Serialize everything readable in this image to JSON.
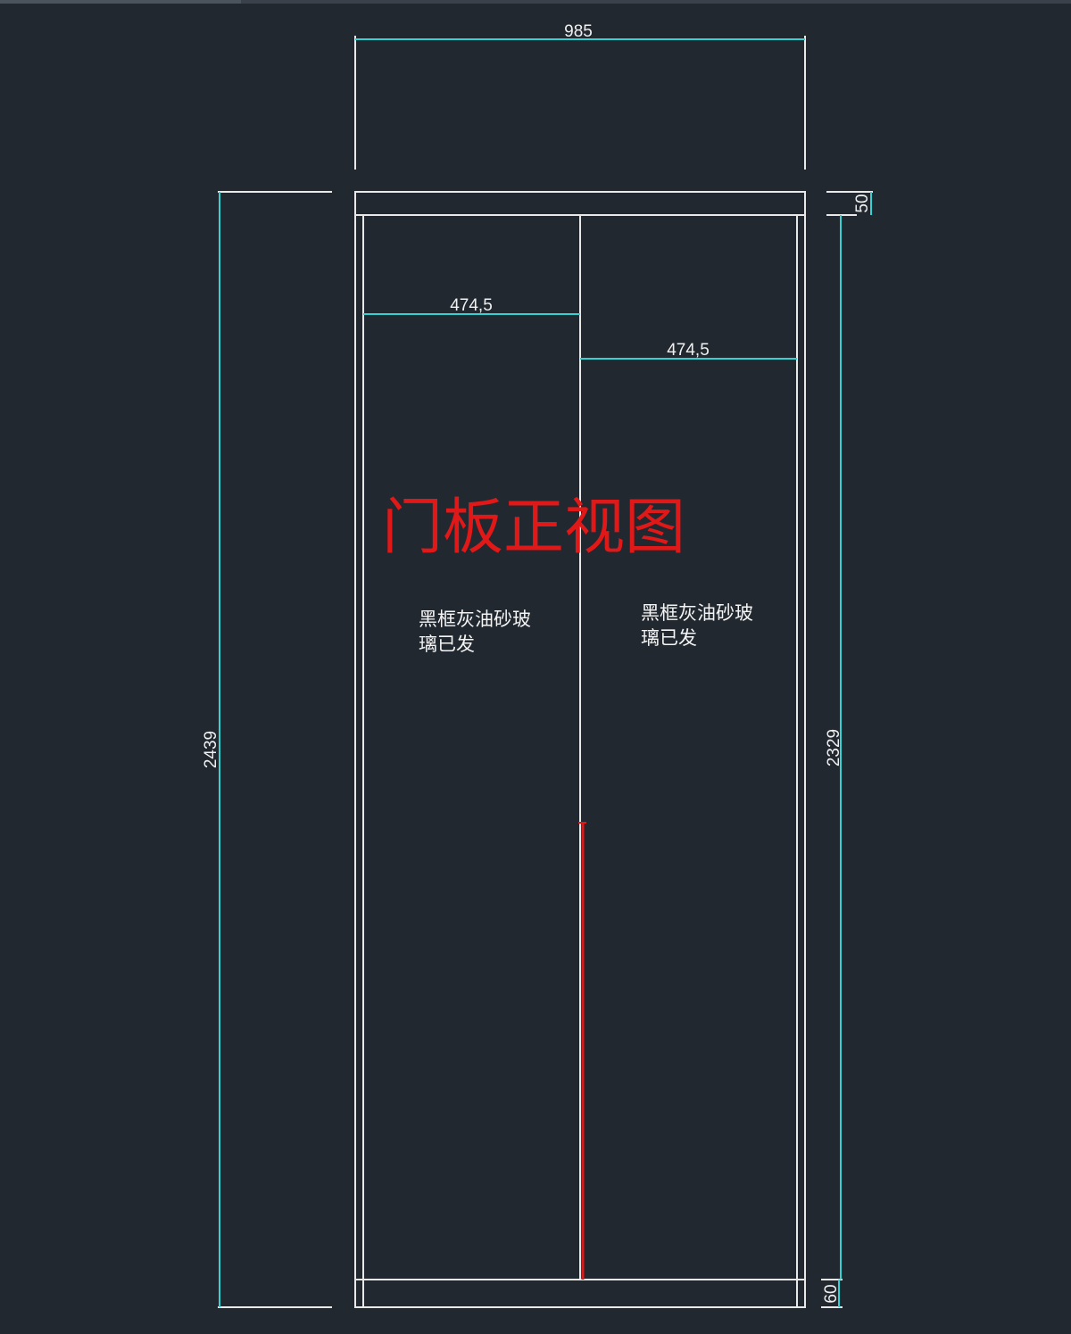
{
  "title": "门板正视图",
  "dimensions": {
    "overall_width": "985",
    "left_panel_width": "474,5",
    "right_panel_width": "474,5",
    "overall_height": "2439",
    "door_height": "2329",
    "top_rail": "50",
    "bottom_rail": "60"
  },
  "notes": {
    "left_panel": [
      "黑框灰油砂玻",
      "璃已发"
    ],
    "right_panel": [
      "黑框灰油砂玻",
      "璃已发"
    ]
  },
  "colors": {
    "background": "#212830",
    "outline": "#e8e8e8",
    "dimension": "#33d3d3",
    "title": "#e01818",
    "handle": "#e01818"
  }
}
